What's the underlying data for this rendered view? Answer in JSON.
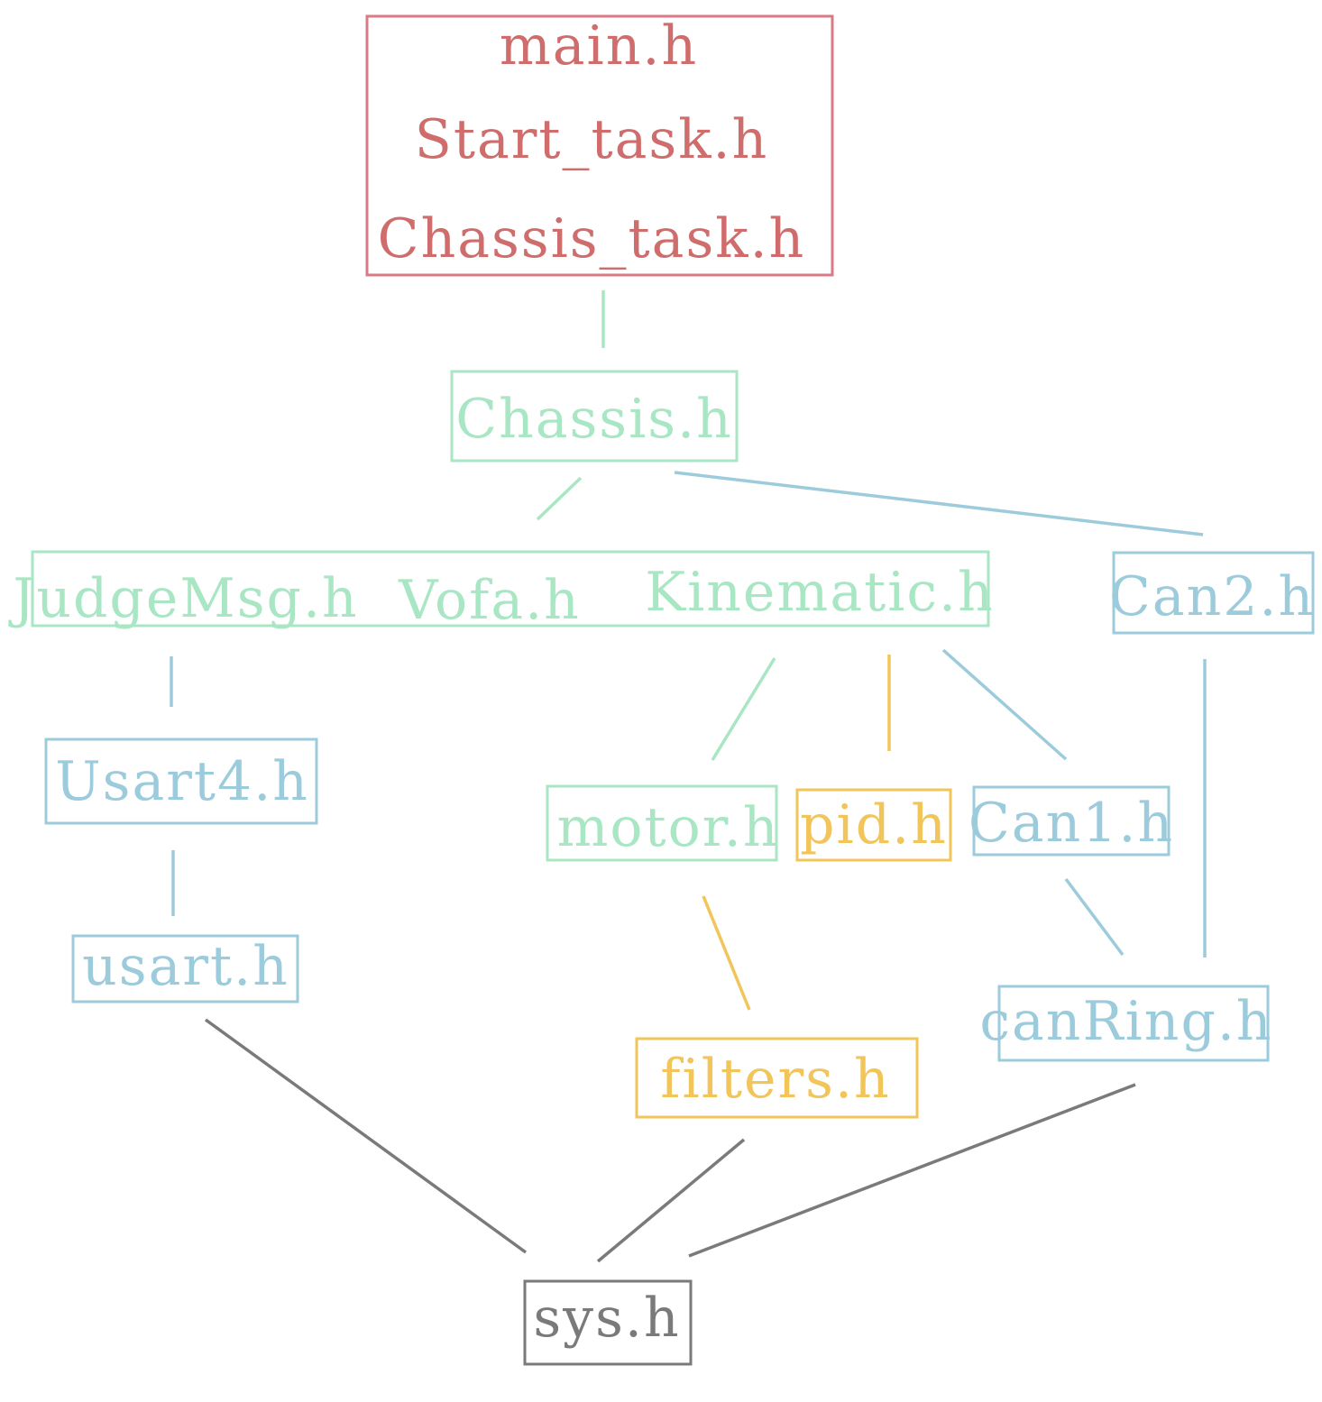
{
  "colors": {
    "red": "#d97a85",
    "red_text": "#cf6d6d",
    "green": "#a8e6c4",
    "blue": "#9ccbdb",
    "yellow": "#f2c55a",
    "gray": "#7a7a7a"
  },
  "nodes": {
    "top": {
      "lines": [
        "main.h",
        "Start_task.h",
        "Chassis_task.h"
      ]
    },
    "chassis": {
      "label": "Chassis.h"
    },
    "judgemsg": {
      "label": "JudgeMsg.h"
    },
    "vofa": {
      "label": "Vofa.h"
    },
    "kinematic": {
      "label": "Kinematic.h"
    },
    "can2": {
      "label": "Can2.h"
    },
    "usart4": {
      "label": "Usart4.h"
    },
    "usart": {
      "label": "usart.h"
    },
    "motor": {
      "label": "motor.h"
    },
    "pid": {
      "label": "pid.h"
    },
    "can1": {
      "label": "Can1.h"
    },
    "canring": {
      "label": "canRing.h"
    },
    "filters": {
      "label": "filters.h"
    },
    "sys": {
      "label": "sys.h"
    }
  }
}
